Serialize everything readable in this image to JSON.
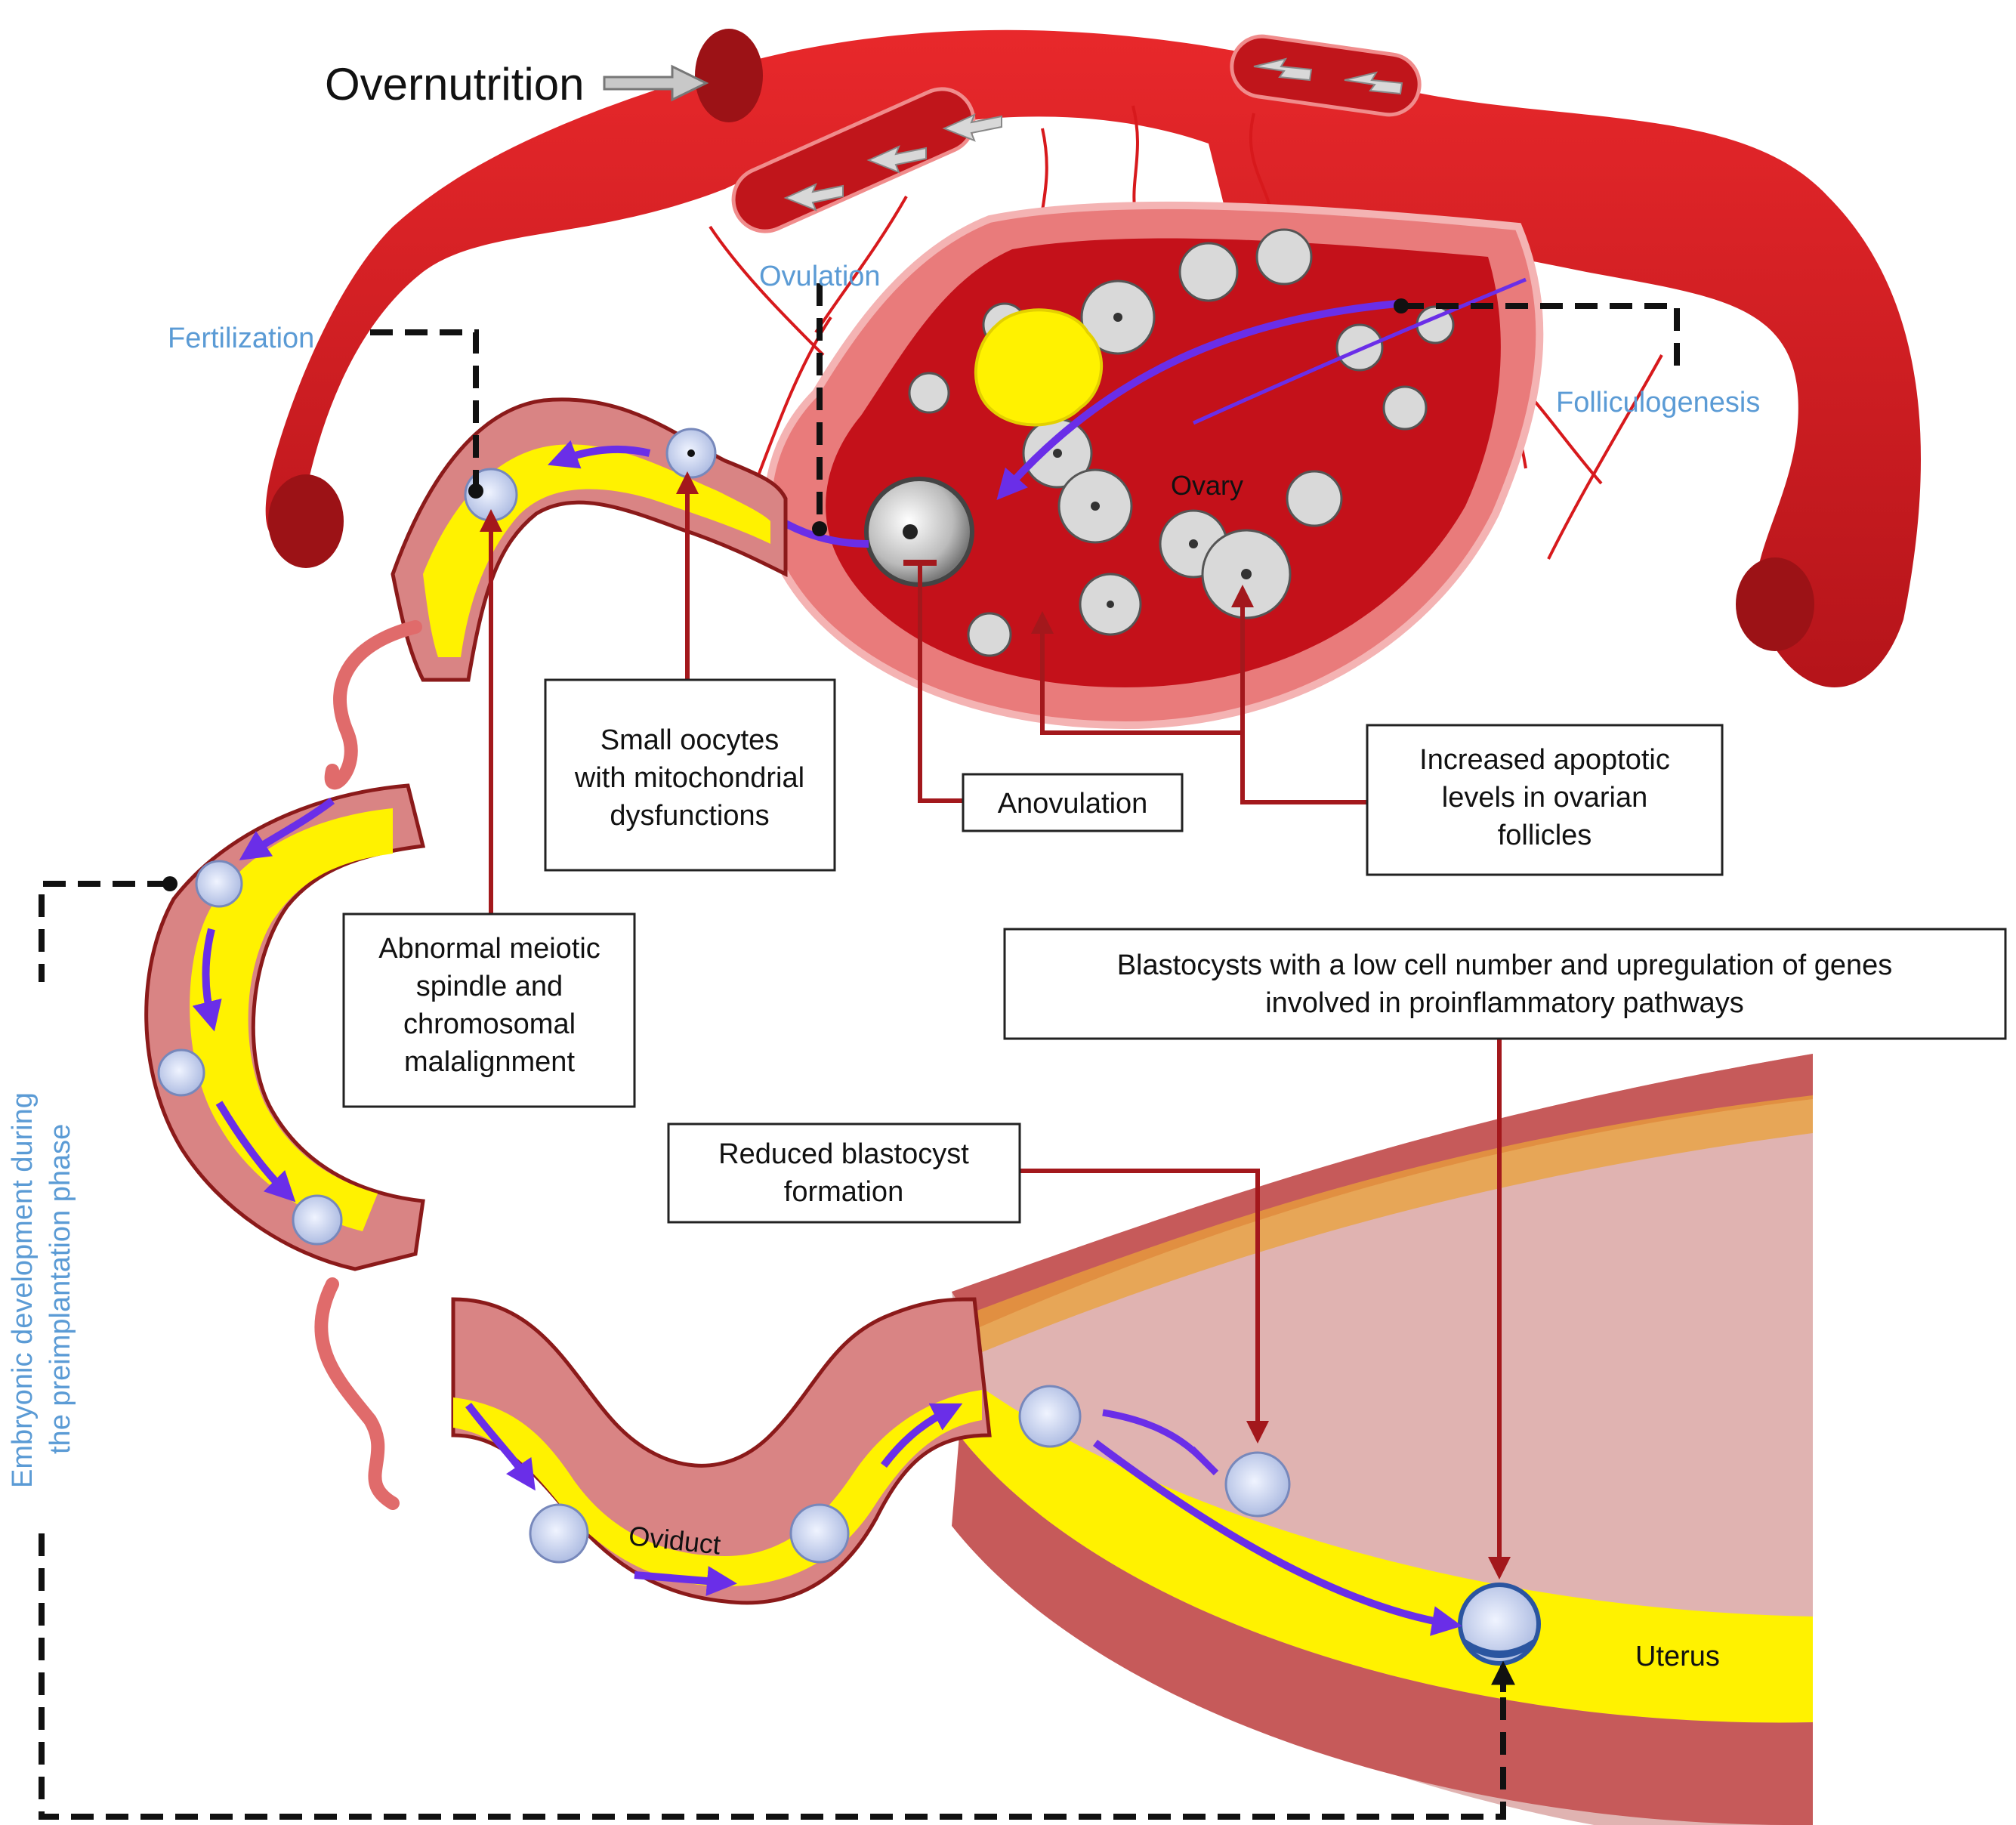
{
  "title": "Overnutrition",
  "process_labels": {
    "ovulation": "Ovulation",
    "fertilization": "Fertilization",
    "folliculogenesis": "Folliculogenesis",
    "embryonic_line1": "Embryonic development during",
    "embryonic_line2": "the preimplantation phase"
  },
  "organ_labels": {
    "ovary": "Ovary",
    "oviduct": "Oviduct",
    "uterus": "Uterus"
  },
  "effect_boxes": {
    "small_oocytes": [
      "Small oocytes",
      "with mitochondrial",
      "dysfunctions"
    ],
    "anovulation": [
      "Anovulation"
    ],
    "apoptotic": [
      "Increased apoptotic",
      "levels in ovarian",
      "follicles"
    ],
    "meiotic": [
      "Abnormal meiotic",
      "spindle and",
      "chromosomal",
      "malalignment"
    ],
    "blastocysts_low": [
      "Blastocysts with a low cell number and upregulation of genes",
      "involved in proinflammatory pathways"
    ],
    "reduced_blastocyst": [
      "Reduced blastocyst",
      "formation"
    ]
  },
  "colors": {
    "vessel": "#d7191c",
    "vessel_dark": "#a3181c",
    "tissue_pink": "#e8a5a5",
    "lumen_yellow": "#fff200",
    "arrow_purple": "#6a2ee8",
    "label_blue": "#5b9bd5"
  }
}
